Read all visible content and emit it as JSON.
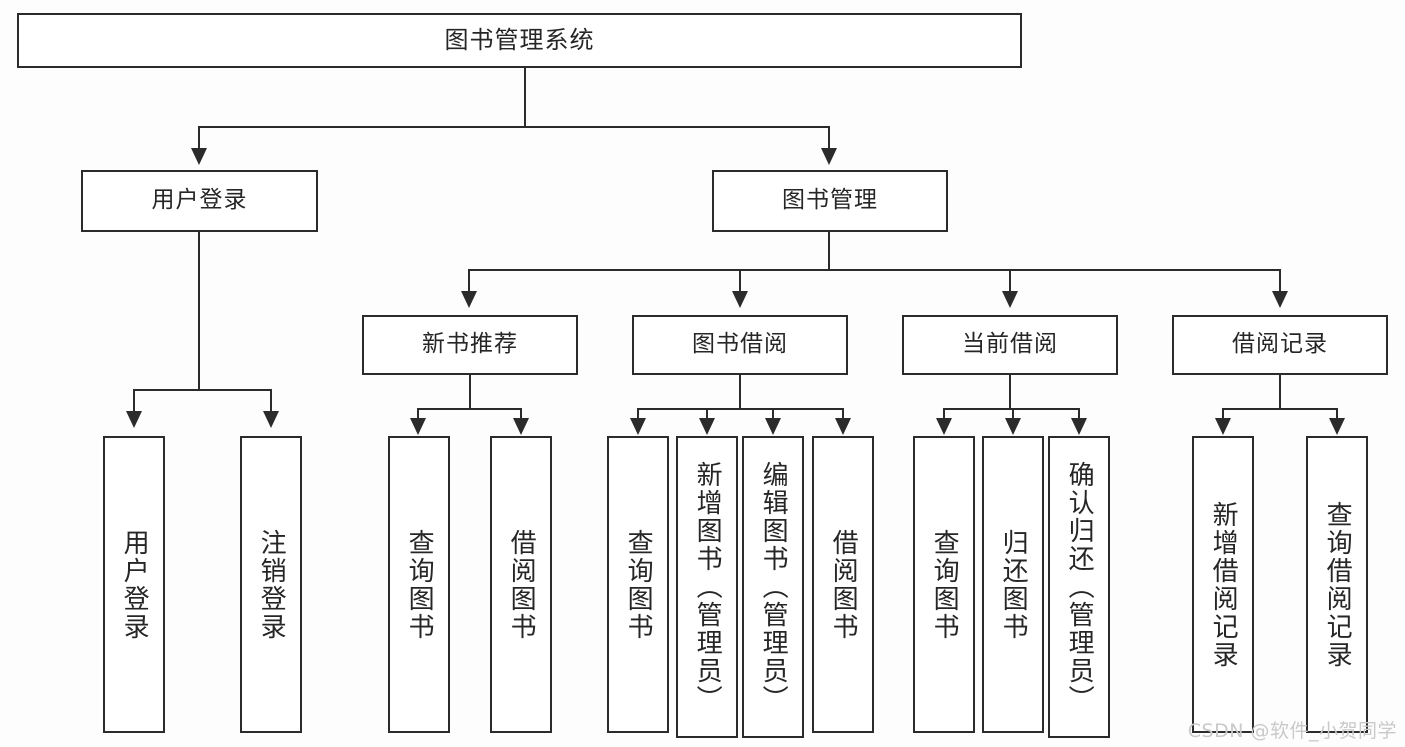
{
  "diagram": {
    "title": "图书管理系统",
    "root": {
      "label": "图书管理系统"
    },
    "level2": [
      {
        "label": "用户登录"
      },
      {
        "label": "图书管理"
      }
    ],
    "level3": [
      {
        "label": "新书推荐"
      },
      {
        "label": "图书借阅"
      },
      {
        "label": "当前借阅"
      },
      {
        "label": "借阅记录"
      }
    ],
    "leaves": {
      "user_login": [
        {
          "label": "用户登录"
        },
        {
          "label": "注销登录"
        }
      ],
      "new_book_recommend": [
        {
          "label": "查询图书"
        },
        {
          "label": "借阅图书"
        }
      ],
      "book_borrow": [
        {
          "label": "查询图书"
        },
        {
          "label": "新增图书（管理员）"
        },
        {
          "label": "编辑图书（管理员）"
        },
        {
          "label": "借阅图书"
        }
      ],
      "current_borrow": [
        {
          "label": "查询图书"
        },
        {
          "label": "归还图书"
        },
        {
          "label": "确认归还（管理员）"
        }
      ],
      "borrow_record": [
        {
          "label": "新增借阅记录"
        },
        {
          "label": "查询借阅记录"
        }
      ]
    }
  },
  "watermark": {
    "text": "CSDN @软件_小贺同学"
  },
  "colors": {
    "stroke": "#2b2b2b",
    "fill": "#ffffff",
    "text": "#262626",
    "watermark": "#c9c9c9"
  }
}
